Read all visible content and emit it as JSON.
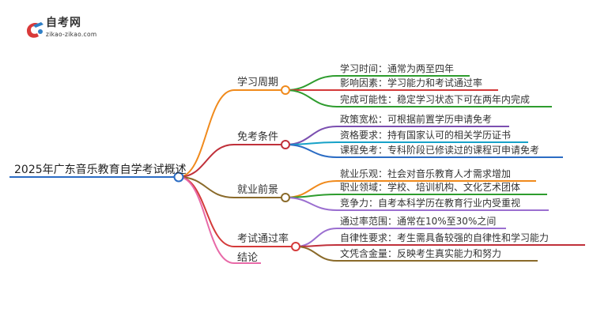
{
  "logo": {
    "name": "自考网",
    "url": "zikao-zikao.com",
    "icon": "graduation-cap-icon"
  },
  "root": "2025年广东音乐教育自学考试概述",
  "branches": [
    {
      "label": "学习周期",
      "color": "#f08a1c",
      "items": [
        {
          "text": "学习时间：通常为两至四年",
          "color": "#2e9c2e"
        },
        {
          "text": "影响因素：学习能力和考试通过率",
          "color": "#d43a3a"
        },
        {
          "text": "完成可能性：稳定学习状态下可在两年内完成",
          "color": "#2e9c2e"
        }
      ]
    },
    {
      "label": "免考条件",
      "color": "#c0303a",
      "items": [
        {
          "text": "政策宽松：可根据前置学历申请免考",
          "color": "#7b4fb0"
        },
        {
          "text": "资格要求：持有国家认可的相关学历证书",
          "color": "#17a2c8"
        },
        {
          "text": "课程免考：专科阶段已修读过的课程可申请免考",
          "color": "#2b6cc4"
        }
      ]
    },
    {
      "label": "就业前景",
      "color": "#8a6a2a",
      "items": [
        {
          "text": "就业乐观：社会对音乐教育人才需求增加",
          "color": "#f08a1c"
        },
        {
          "text": "职业领域：学校、培训机构、文化艺术团体",
          "color": "#2e9c2e"
        },
        {
          "text": "竞争力：自考本科学历在教育行业内受重视",
          "color": "#9b6fd0"
        }
      ]
    },
    {
      "label": "考试通过率",
      "color": "#d43a3a",
      "items": [
        {
          "text": "通过率范围：通常在10%至30%之间",
          "color": "#9b6fd0"
        },
        {
          "text": "自律性要求：考生需具备较强的自律性和学习能力",
          "color": "#c0303a"
        },
        {
          "text": "文凭含金量：反映考生真实能力和努力",
          "color": "#8a6a2a"
        }
      ]
    },
    {
      "label": "结论",
      "color": "#e86aa8",
      "items": []
    }
  ]
}
